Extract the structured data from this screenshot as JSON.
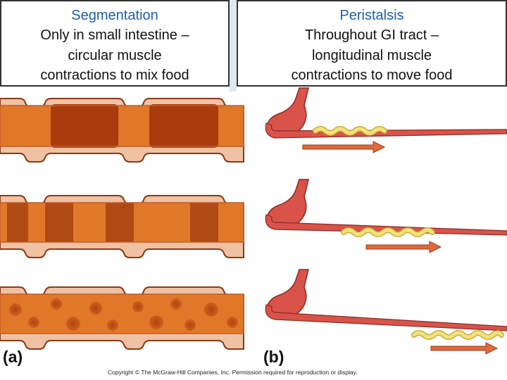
{
  "segmentation": {
    "title": "Segmentation",
    "line1": "Only in small intestine –",
    "line2": "circular muscle",
    "line3": "contractions to mix food"
  },
  "peristalsis": {
    "title": "Peristalsis",
    "line1": "Throughout GI tract –",
    "line2": "longitudinal muscle",
    "line3": "contractions to move food"
  },
  "labels": {
    "a": "(a)",
    "b": "(b)"
  },
  "copyright": "Copyright © The McGraw-Hill Companies, Inc. Permission required for reproduction or display.",
  "colors": {
    "title": "#1f5fa8",
    "intestine_wall": "#f0c2a4",
    "intestine_lumen": "#e0782a",
    "intestine_dark": "#a83c0c",
    "esophagus": "#d9534a",
    "food_bolus": "#f2e27a",
    "arrow": "#e06a3c"
  }
}
